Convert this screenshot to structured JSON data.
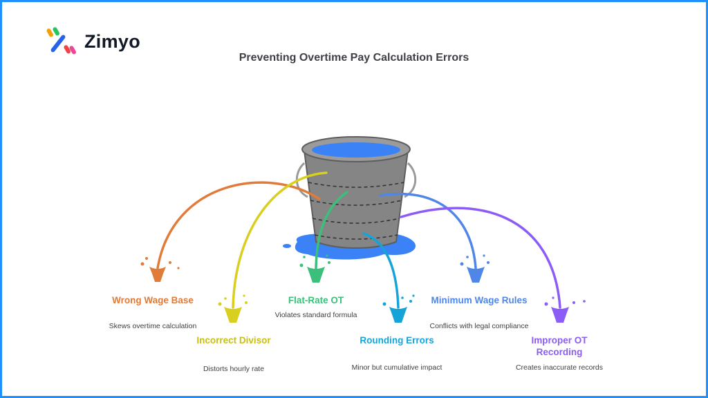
{
  "brand": {
    "name": "Zimyo"
  },
  "title": "Preventing Overtime Pay Calculation Errors",
  "icons": {
    "bucket": "leaking-bucket-icon",
    "splash": "water-splash-icon",
    "logo": "zimyo-logo-icon"
  },
  "colors": {
    "frame": "#1e90ff",
    "water": "#3b82f6",
    "bucket": "#7d7d7d",
    "wrong_wage_base": "#e07b39",
    "incorrect_divisor": "#d8cf1f",
    "flat_rate_ot": "#3bbf7a",
    "rounding_errors": "#16a4d8",
    "minimum_wage_rules": "#4f86e8",
    "improper_ot_recording": "#8b5cf6"
  },
  "items": [
    {
      "label": "Wrong Wage Base",
      "desc": "Skews overtime calculation"
    },
    {
      "label": "Incorrect Divisor",
      "desc": "Distorts hourly rate"
    },
    {
      "label": "Flat-Rate OT",
      "desc": "Violates standard formula"
    },
    {
      "label": "Rounding Errors",
      "desc": "Minor but cumulative impact"
    },
    {
      "label": "Minimum Wage Rules",
      "desc": "Conflicts with legal compliance"
    },
    {
      "label": "Improper OT Recording",
      "desc": "Creates inaccurate records"
    }
  ]
}
